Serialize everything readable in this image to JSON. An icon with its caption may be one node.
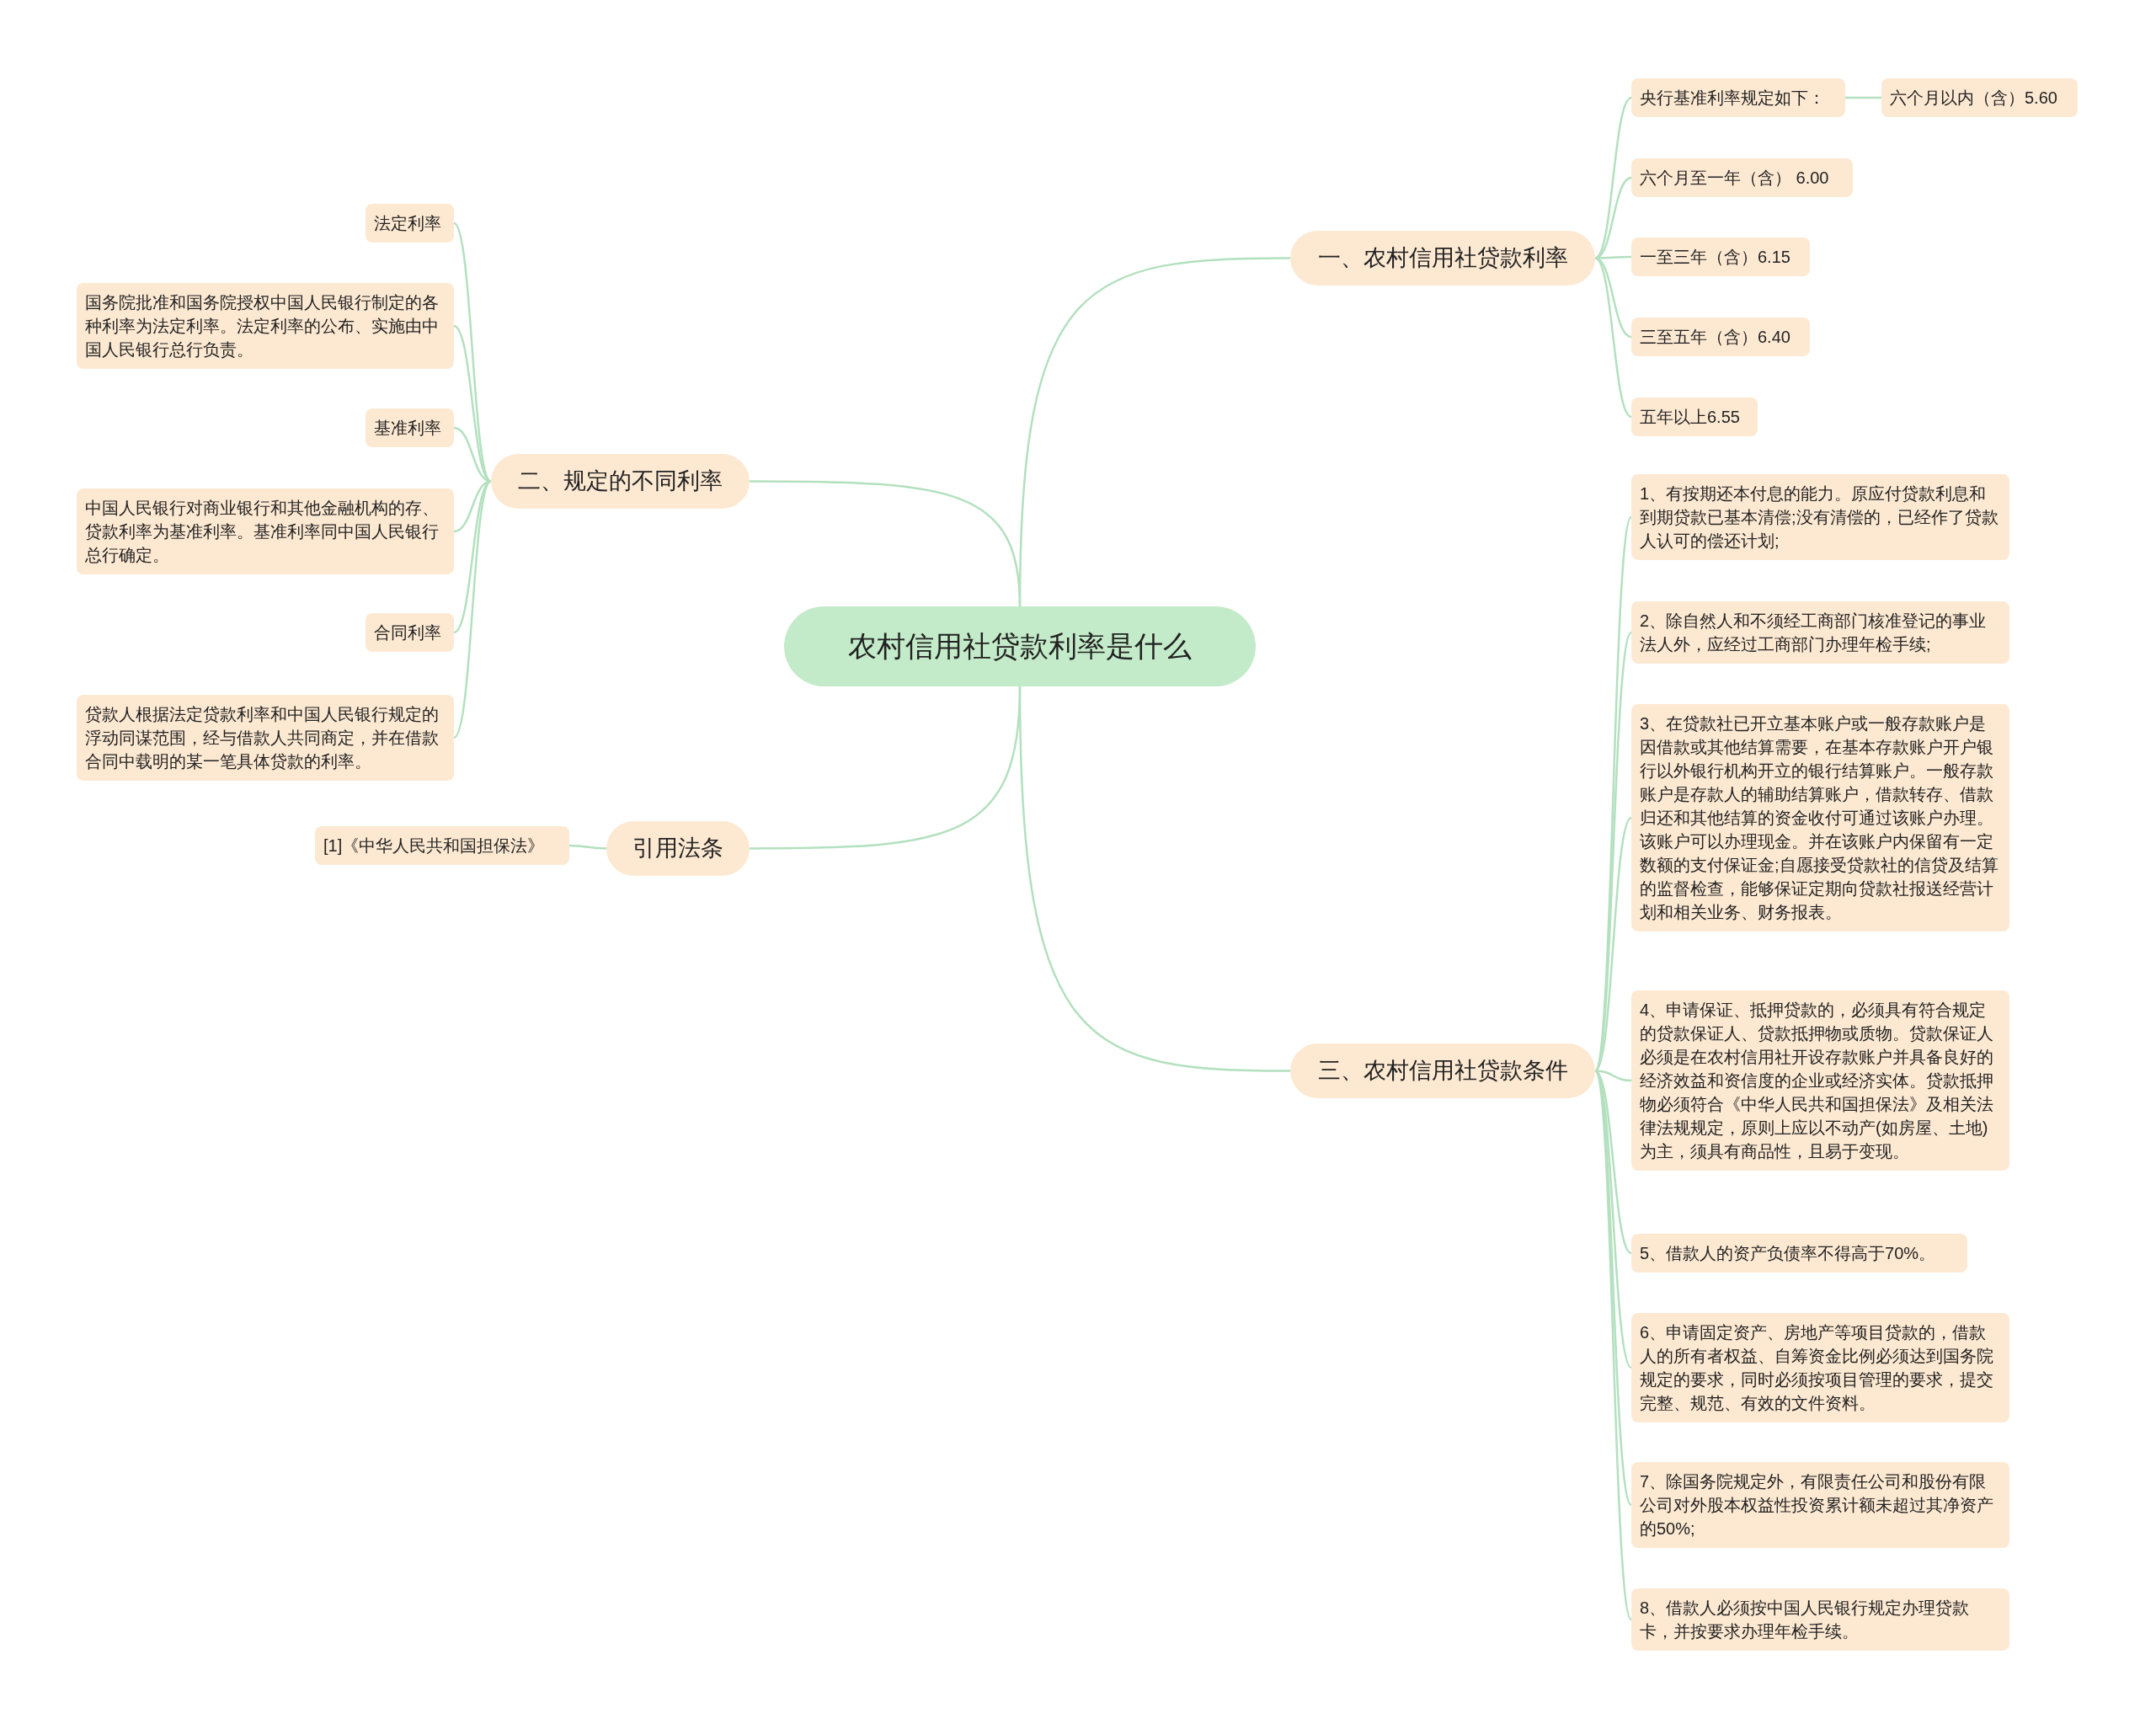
{
  "diagram": {
    "nodes": [
      {
        "text": [
          "农村信用社贷款利率是什么"
        ]
      },
      {
        "text": [
          "一、农村信用社贷款利率"
        ]
      },
      {
        "text": [
          "央行基准利率规定如下："
        ]
      },
      {
        "text": [
          "六个月以内（含）5.60"
        ]
      },
      {
        "text": [
          "六个月至一年（含） 6.00"
        ]
      },
      {
        "text": [
          "一至三年（含）6.15"
        ]
      },
      {
        "text": [
          "三至五年（含）6.40"
        ]
      },
      {
        "text": [
          "五年以上6.55"
        ]
      },
      {
        "text": [
          "二、规定的不同利率"
        ]
      },
      {
        "text": [
          "法定利率"
        ]
      },
      {
        "text": [
          "国务院批准和国务院授权中国人民银行制定的各种利率为法定利率。法定利率的公布、实施由中国人民银行总行负责。"
        ]
      },
      {
        "text": [
          "基准利率"
        ]
      },
      {
        "text": [
          "中国人民银行对商业银行和其他金融机构的存、贷款利率为基准利率。基准利率同中国人民银行总行确定。"
        ]
      },
      {
        "text": [
          "合同利率"
        ]
      },
      {
        "text": [
          "贷款人根据法定贷款利率和中国人民银行规定的浮动同谋范围，经与借款人共同商定，并在借款合同中载明的某一笔具体贷款的利率。"
        ]
      },
      {
        "text": [
          "引用法条"
        ]
      },
      {
        "text": [
          "[1]《中华人民共和国担保法》"
        ]
      },
      {
        "text": [
          "三、农村信用社贷款条件"
        ]
      },
      {
        "text": [
          "1、有按期还本付息的能力。原应付贷款利息和到期贷款已基本清偿;没有清偿的，已经作了贷款人认可的偿还计划;"
        ]
      },
      {
        "text": [
          "2、除自然人和不须经工商部门核准登记的事业法人外，应经过工商部门办理年检手续;"
        ]
      },
      {
        "text": [
          "3、在贷款社已开立基本账户或一般存款账户是因借款或其他结算需要，在基本存款账户开户银行以外银行机构开立的银行结算账户。一般存款账户是存款人的辅助结算账户，借款转存、借款归还和其他结算的资金收付可通过该账户办理。该账户可以办理现金。并在该账户内保留有一定数额的支付保证金;自愿接受贷款社的信贷及结算的监督检查，能够保证定期向贷款社报送经营计划和相关业务、财务报表。"
        ]
      },
      {
        "text": [
          "4、申请保证、抵押贷款的，必须具有符合规定的贷款保证人、贷款抵押物或质物。贷款保证人必须是在农村信用社开设存款账户并具备良好的经济效益和资信度的企业或经济实体。贷款抵押物必须符合《中华人民共和国担保法》及相关法律法规规定，原则上应以不动产(如房屋、土地)为主，须具有商品性，且易于变现。"
        ]
      },
      {
        "text": [
          "5、借款人的资产负债率不得高于70%。"
        ]
      },
      {
        "text": [
          "6、申请固定资产、房地产等项目贷款的，借款人的所有者权益、自筹资金比例必须达到国务院规定的要求，同时必须按项目管理的要求，提交完整、规范、有效的文件资料。"
        ]
      },
      {
        "text": [
          "7、除国务院规定外，有限责任公司和股份有限公司对外股本权益性投资累计额未超过其净资产的50%;"
        ]
      },
      {
        "text": [
          "8、借款人必须按中国人民银行规定办理贷款卡，并按要求办理年检手续。"
        ]
      }
    ],
    "edges": [
      {
        "from": 0,
        "to": 1,
        "arrow": "none"
      },
      {
        "from": 1,
        "to": 2,
        "arrow": "none"
      },
      {
        "from": 2,
        "to": 3,
        "arrow": "none"
      },
      {
        "from": 1,
        "to": 4,
        "arrow": "none"
      },
      {
        "from": 1,
        "to": 5,
        "arrow": "none"
      },
      {
        "from": 1,
        "to": 6,
        "arrow": "none"
      },
      {
        "from": 1,
        "to": 7,
        "arrow": "none"
      },
      {
        "from": 0,
        "to": 8,
        "arrow": "none"
      },
      {
        "from": 8,
        "to": 9,
        "arrow": "none"
      },
      {
        "from": 8,
        "to": 10,
        "arrow": "none"
      },
      {
        "from": 8,
        "to": 11,
        "arrow": "none"
      },
      {
        "from": 8,
        "to": 12,
        "arrow": "none"
      },
      {
        "from": 8,
        "to": 13,
        "arrow": "none"
      },
      {
        "from": 8,
        "to": 14,
        "arrow": "none"
      },
      {
        "from": 0,
        "to": 15,
        "arrow": "none"
      },
      {
        "from": 15,
        "to": 16,
        "arrow": "none"
      },
      {
        "from": 0,
        "to": 17,
        "arrow": "none"
      },
      {
        "from": 17,
        "to": 18,
        "arrow": "none"
      },
      {
        "from": 17,
        "to": 19,
        "arrow": "none"
      },
      {
        "from": 17,
        "to": 20,
        "arrow": "none"
      },
      {
        "from": 17,
        "to": 21,
        "arrow": "none"
      },
      {
        "from": 17,
        "to": 22,
        "arrow": "none"
      },
      {
        "from": 17,
        "to": 23,
        "arrow": "none"
      },
      {
        "from": 17,
        "to": 24,
        "arrow": "none"
      },
      {
        "from": 17,
        "to": 25,
        "arrow": "none"
      }
    ]
  }
}
